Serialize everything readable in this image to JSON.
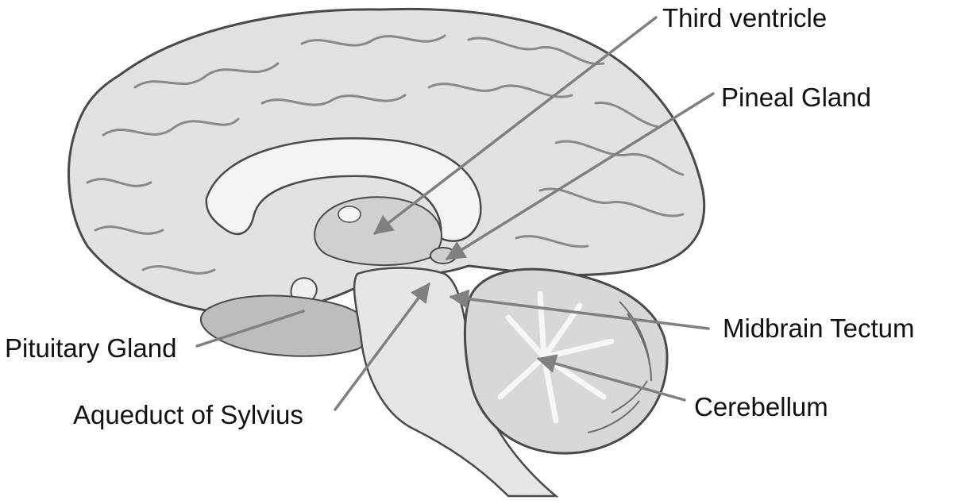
{
  "labels": {
    "third_ventricle": "Third ventricle",
    "pineal_gland": "Pineal Gland",
    "midbrain_tectum": "Midbrain Tectum",
    "cerebellum": "Cerebellum",
    "pituitary_gland": "Pituitary Gland",
    "aqueduct_of_sylvius": "Aqueduct of Sylvius"
  },
  "colors": {
    "background": "#ffffff",
    "brain_fill": "#e2e2e2",
    "brain_shade": "#b9b9b9",
    "outline": "#4a4a4a",
    "leader_line": "#808080",
    "label_text": "#111111"
  }
}
